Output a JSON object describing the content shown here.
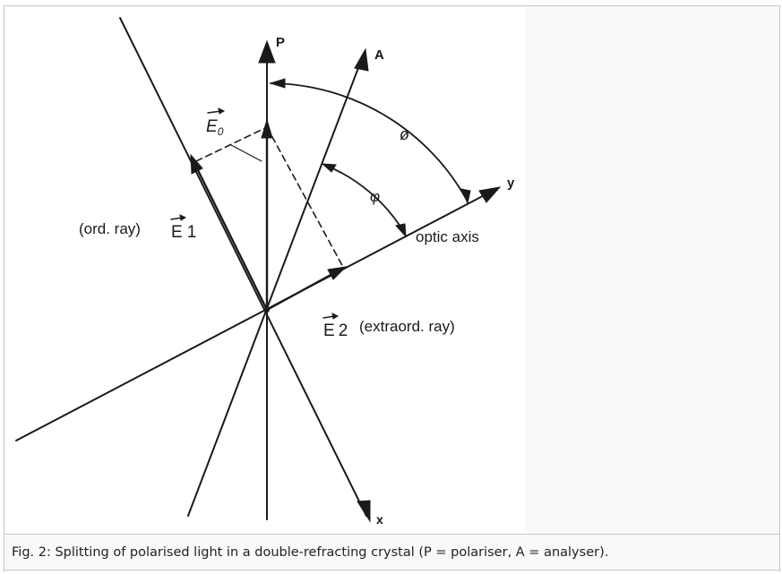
{
  "figure": {
    "caption": "Fig. 2: Splitting of polarised light in a double-refracting crystal (P = polariser, A = analyser)."
  },
  "diagram": {
    "label_P": "P",
    "label_A": "A",
    "label_y": "y",
    "label_x": "x",
    "label_E0_letter": "E",
    "label_E0_sub": "0",
    "label_E1_prefix": "(ord. ray)",
    "label_E1_letter": "E",
    "label_E1_sub": "1",
    "label_E2_letter": "E",
    "label_E2_sub": "2",
    "label_E2_suffix": "(extraord. ray)",
    "label_optic_axis": "optic axis",
    "label_phi_large": "ø",
    "label_phi_small": "φ"
  }
}
